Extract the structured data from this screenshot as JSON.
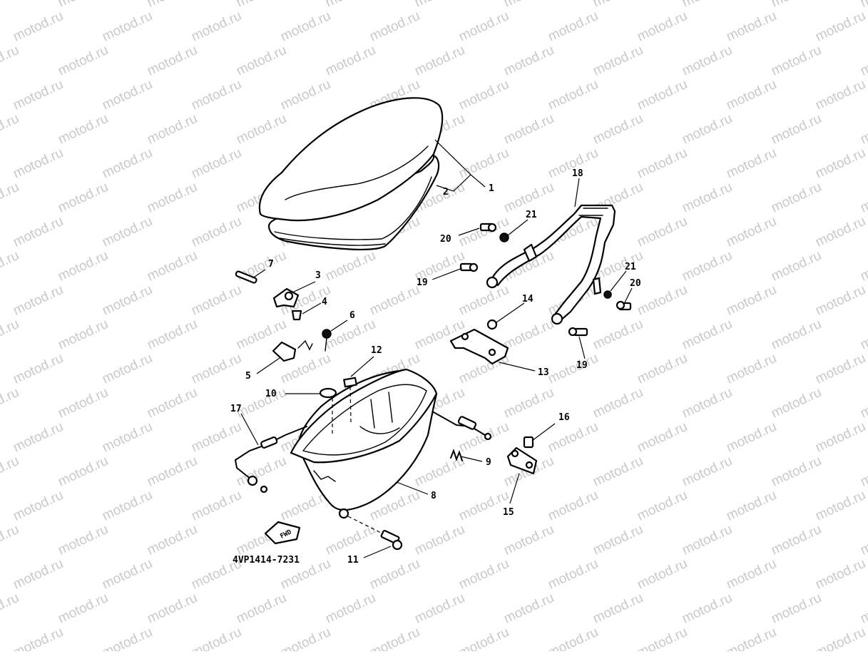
{
  "watermark": "motod.ru",
  "diagram_code": "4VP1414-7231",
  "fwd_marker": "FWD",
  "callouts": {
    "c1": "1",
    "c2": "2",
    "c3": "3",
    "c4": "4",
    "c5": "5",
    "c6": "6",
    "c7": "7",
    "c8": "8",
    "c9": "9",
    "c10": "10",
    "c11": "11",
    "c12": "12",
    "c13": "13",
    "c14": "14",
    "c15": "15",
    "c16": "16",
    "c17": "17",
    "c18": "18",
    "c19a": "19",
    "c19b": "19",
    "c20a": "20",
    "c20b": "20",
    "c21a": "21",
    "c21b": "21"
  }
}
